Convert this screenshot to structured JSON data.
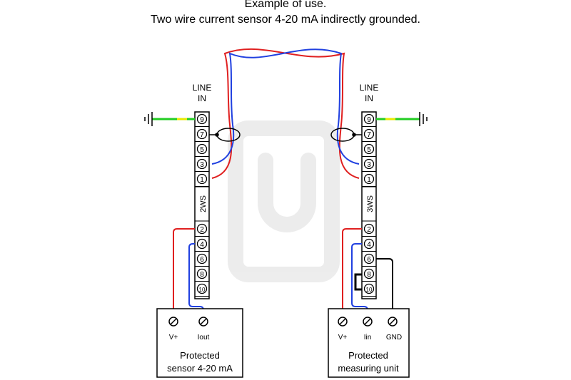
{
  "header": {
    "title_line1": "Example of use.",
    "title_line2": "Two wire current sensor 4-20 mA indirectly grounded."
  },
  "left_module": {
    "line_in_1": "LINE",
    "line_in_2": "IN",
    "name": "2WS",
    "top_terminals": [
      "9",
      "7",
      "5",
      "3",
      "1"
    ],
    "bottom_terminals": [
      "2",
      "4",
      "6",
      "8",
      "10"
    ]
  },
  "right_module": {
    "line_in_1": "LINE",
    "line_in_2": "IN",
    "name": "3WS",
    "top_terminals": [
      "9",
      "7",
      "5",
      "3",
      "1"
    ],
    "bottom_terminals": [
      "2",
      "4",
      "6",
      "8",
      "10"
    ]
  },
  "left_device": {
    "terminals": [
      "V+",
      "Iout"
    ],
    "label_line1": "Protected",
    "label_line2": "sensor 4-20 mA"
  },
  "right_device": {
    "terminals": [
      "V+",
      "Iin",
      "GND"
    ],
    "label_line1": "Protected",
    "label_line2": "measuring unit"
  },
  "colors": {
    "wire_red": "#e02020",
    "wire_blue": "#2040e0",
    "ground_green": "#22cc22",
    "ground_yellow": "#e8e800"
  }
}
